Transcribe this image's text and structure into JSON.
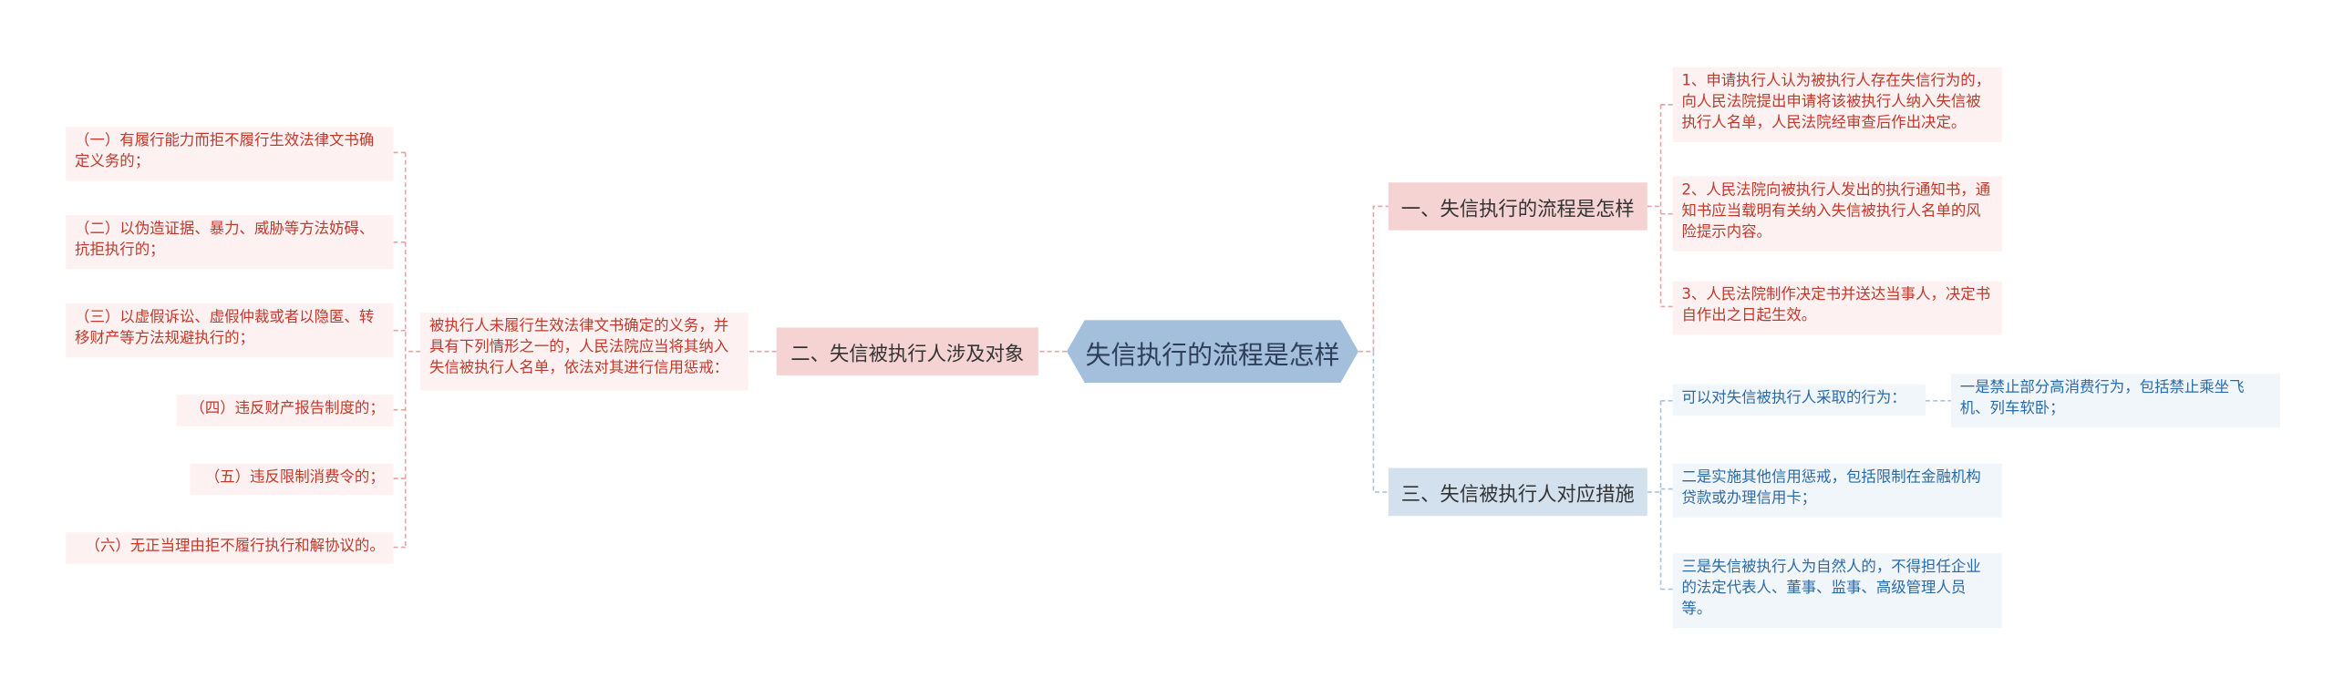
{
  "root": {
    "label": "失信执行的流程是怎样"
  },
  "branches": {
    "b1": {
      "label": "一、失信执行的流程是怎样"
    },
    "b2": {
      "label": "二、失信被执行人涉及对象"
    },
    "b3": {
      "label": "三、失信被执行人对应措施"
    }
  },
  "b1_leaves": [
    "1、申请执行人认为被执行人存在失信行为的，向人民法院提出申请将该被执行人纳入失信被执行人名单，人民法院经审查后作出决定。",
    "2、人民法院向被执行人发出的执行通知书，通知书应当载明有关纳入失信被执行人名单的风险提示内容。",
    "3、人民法院制作决定书并送达当事人，决定书自作出之日起生效。"
  ],
  "b2_mid": "被执行人未履行生效法律文书确定的义务，并具有下列情形之一的，人民法院应当将其纳入失信被执行人名单，依法对其进行信用惩戒：",
  "b2_leaves": [
    "（一）有履行能力而拒不履行生效法律文书确定义务的；",
    "（二）以伪造证据、暴力、威胁等方法妨碍、抗拒执行的；",
    "（三）以虚假诉讼、虚假仲裁或者以隐匿、转移财产等方法规避执行的；",
    "（四）违反财产报告制度的；",
    "（五）违反限制消费令的；",
    "（六）无正当理由拒不履行执行和解协议的。"
  ],
  "b3_leaves": {
    "l1": "可以对失信被执行人采取的行为：",
    "l1_child": "一是禁止部分高消费行为，包括禁止乘坐飞机、列车软卧；",
    "l2": "二是实施其他信用惩戒，包括限制在金融机构贷款或办理信用卡；",
    "l3": "三是失信被执行人为自然人的，不得担任企业的法定代表人、董事、监事、高级管理人员等。"
  },
  "colors": {
    "root": "#a4bfdc",
    "red_branch": "#f6d3d3",
    "blue_branch": "#d3e1ef",
    "red_text": "#c0392b",
    "blue_text": "#2b6aa8",
    "line": "#e3a5a5",
    "line_blue": "#a9c3dd"
  }
}
